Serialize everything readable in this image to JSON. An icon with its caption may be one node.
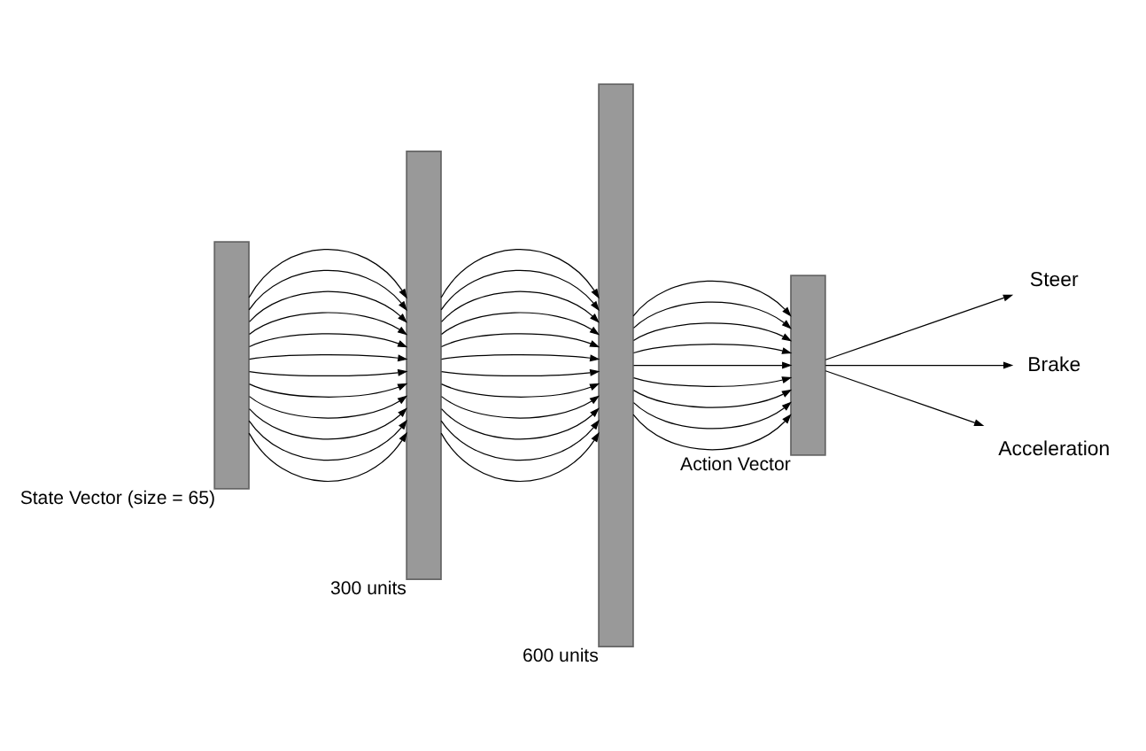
{
  "diagram": {
    "nodes": [
      {
        "text": [],
        "shape": "bar",
        "beside": [
          "State Vector (size = 65)"
        ]
      },
      {
        "text": [],
        "shape": "bar",
        "beside": [
          "300 units"
        ]
      },
      {
        "text": [],
        "shape": "bar",
        "beside": [
          "600 units"
        ]
      },
      {
        "text": [],
        "shape": "bar",
        "beside": [
          "Action Vector"
        ]
      },
      {
        "text": [
          "Steer"
        ]
      },
      {
        "text": [
          "Brake"
        ]
      },
      {
        "text": [
          "Acceleration"
        ]
      }
    ],
    "edges": [
      {
        "from": 0,
        "to": 1,
        "arrow": "to"
      },
      {
        "from": 0,
        "to": 1,
        "arrow": "to"
      },
      {
        "from": 0,
        "to": 1,
        "arrow": "to"
      },
      {
        "from": 0,
        "to": 1,
        "arrow": "to"
      },
      {
        "from": 0,
        "to": 1,
        "arrow": "to"
      },
      {
        "from": 0,
        "to": 1,
        "arrow": "to"
      },
      {
        "from": 0,
        "to": 1,
        "arrow": "to"
      },
      {
        "from": 0,
        "to": 1,
        "arrow": "to"
      },
      {
        "from": 0,
        "to": 1,
        "arrow": "to"
      },
      {
        "from": 0,
        "to": 1,
        "arrow": "to"
      },
      {
        "from": 0,
        "to": 1,
        "arrow": "to"
      },
      {
        "from": 0,
        "to": 1,
        "arrow": "to"
      },
      {
        "from": 1,
        "to": 2,
        "arrow": "to"
      },
      {
        "from": 1,
        "to": 2,
        "arrow": "to"
      },
      {
        "from": 1,
        "to": 2,
        "arrow": "to"
      },
      {
        "from": 1,
        "to": 2,
        "arrow": "to"
      },
      {
        "from": 1,
        "to": 2,
        "arrow": "to"
      },
      {
        "from": 1,
        "to": 2,
        "arrow": "to"
      },
      {
        "from": 1,
        "to": 2,
        "arrow": "to"
      },
      {
        "from": 1,
        "to": 2,
        "arrow": "to"
      },
      {
        "from": 1,
        "to": 2,
        "arrow": "to"
      },
      {
        "from": 1,
        "to": 2,
        "arrow": "to"
      },
      {
        "from": 1,
        "to": 2,
        "arrow": "to"
      },
      {
        "from": 1,
        "to": 2,
        "arrow": "to"
      },
      {
        "from": 2,
        "to": 3,
        "arrow": "to"
      },
      {
        "from": 2,
        "to": 3,
        "arrow": "to"
      },
      {
        "from": 2,
        "to": 3,
        "arrow": "to"
      },
      {
        "from": 2,
        "to": 3,
        "arrow": "to"
      },
      {
        "from": 2,
        "to": 3,
        "arrow": "to"
      },
      {
        "from": 2,
        "to": 3,
        "arrow": "to"
      },
      {
        "from": 2,
        "to": 3,
        "arrow": "to"
      },
      {
        "from": 2,
        "to": 3,
        "arrow": "to"
      },
      {
        "from": 2,
        "to": 3,
        "arrow": "to"
      },
      {
        "from": 3,
        "to": 4,
        "arrow": "to"
      },
      {
        "from": 3,
        "to": 5,
        "arrow": "to"
      },
      {
        "from": 3,
        "to": 6,
        "arrow": "to"
      }
    ]
  }
}
